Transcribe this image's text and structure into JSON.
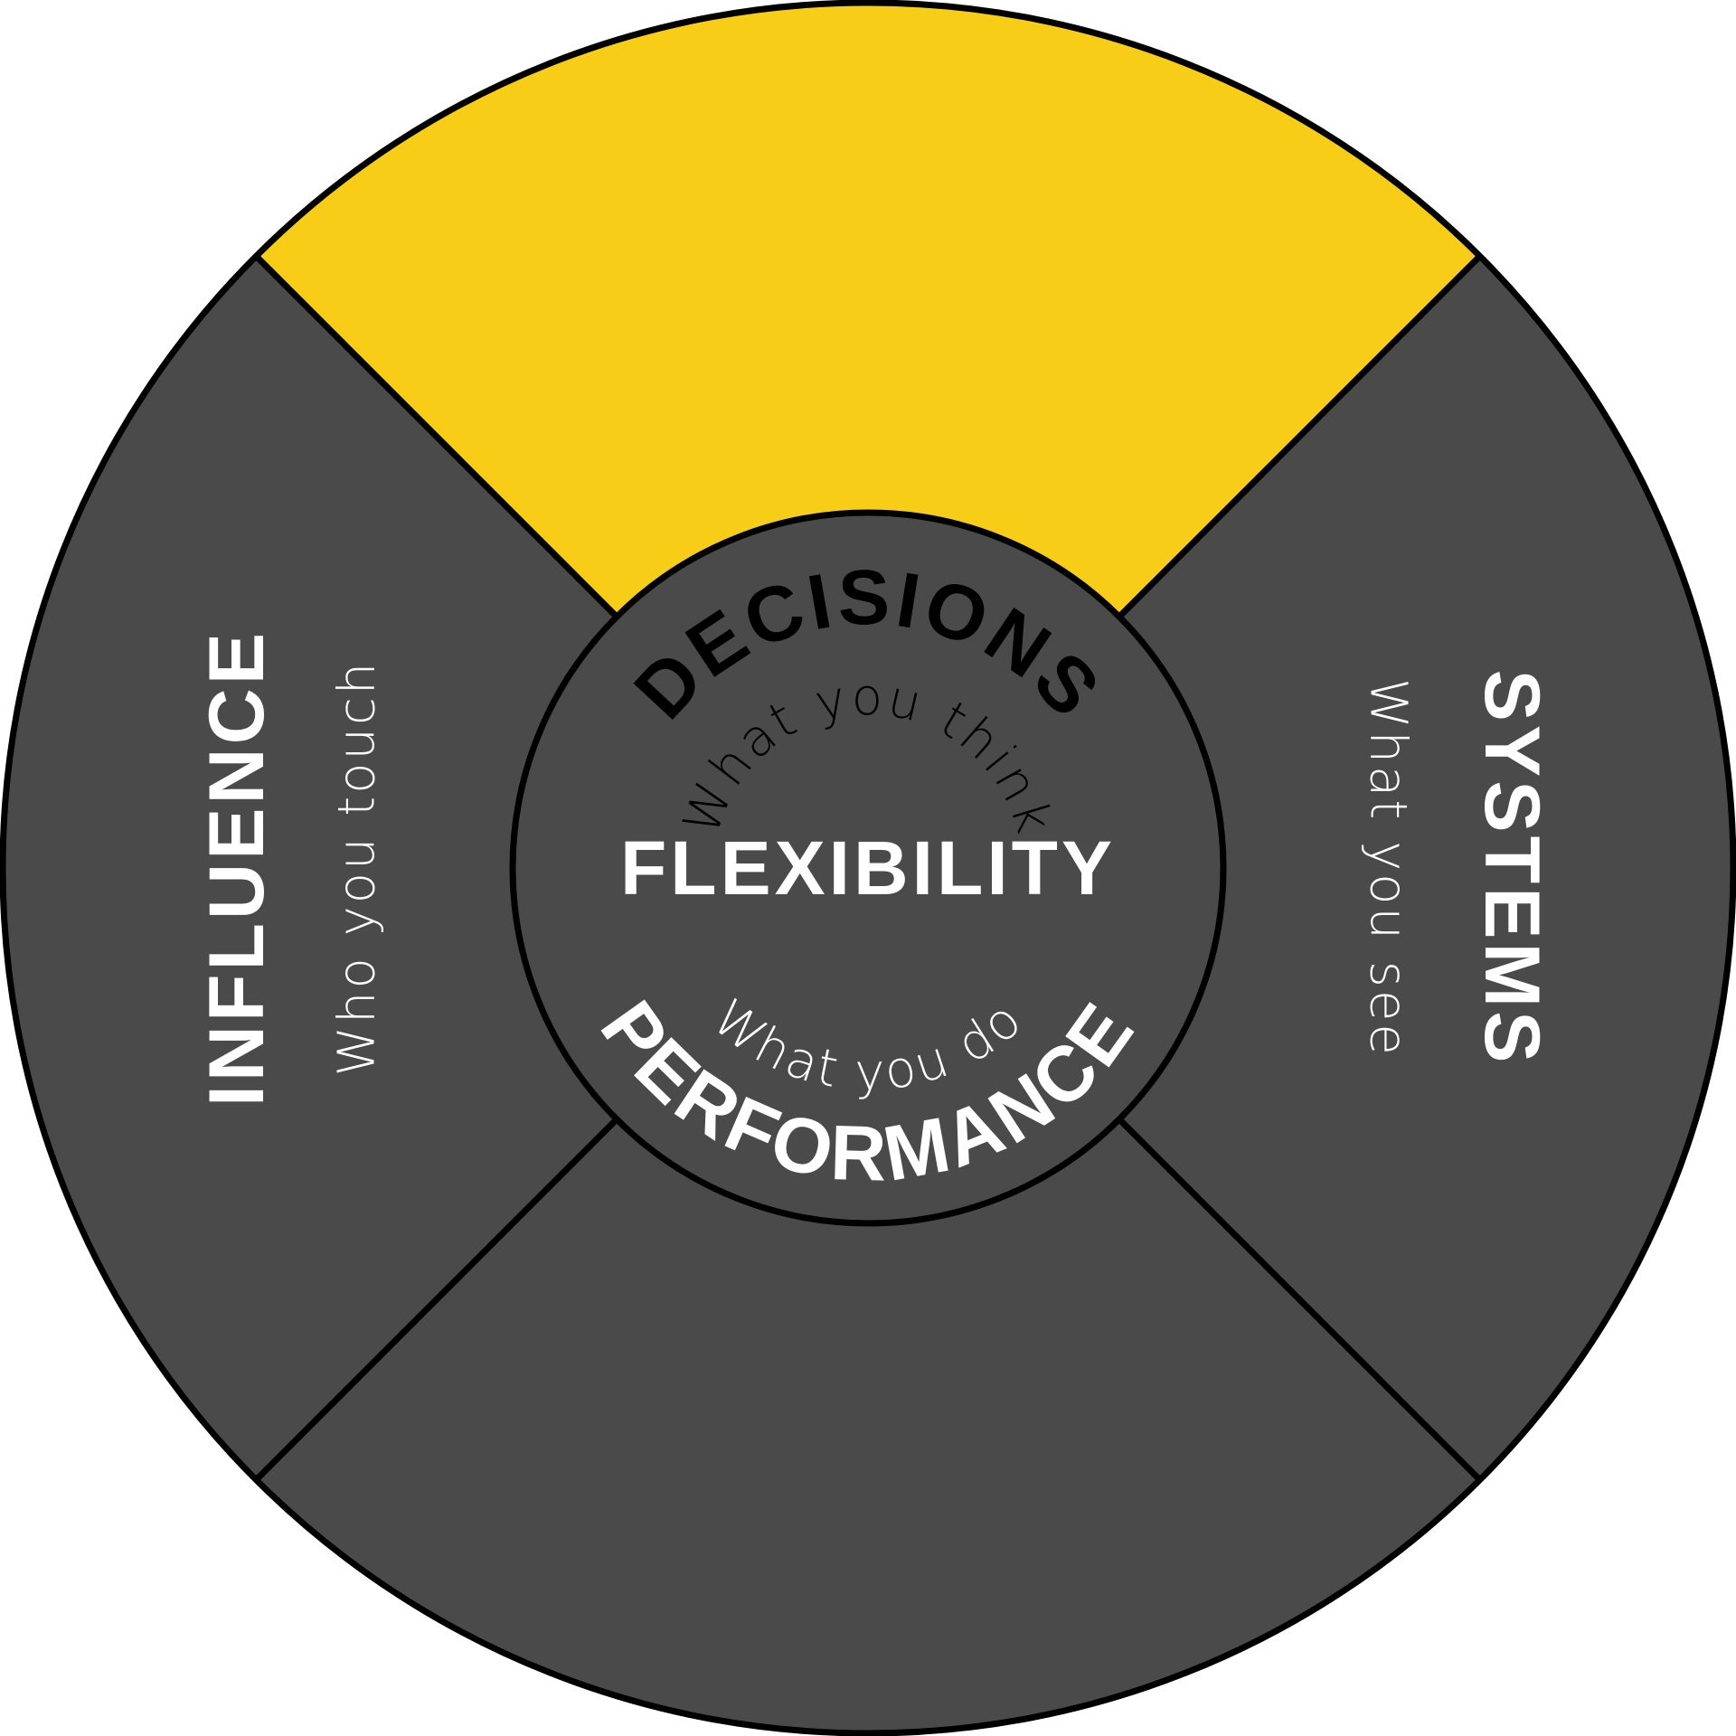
{
  "colors": {
    "dark_segment": "#4a4a4a",
    "highlight_segment": "#f8cd18",
    "outline": "#000000",
    "light_text": "#ffffff",
    "dark_text": "#000000"
  },
  "center": {
    "label": "FLEXIBILITY"
  },
  "segments": [
    {
      "id": "decisions",
      "title": "DECISIONS",
      "subtitle": "What you think",
      "highlighted": true
    },
    {
      "id": "systems",
      "title": "SYSTEMS",
      "subtitle": "What you see",
      "highlighted": false
    },
    {
      "id": "performance",
      "title": "PERFORMANCE",
      "subtitle": "What you do",
      "highlighted": false
    },
    {
      "id": "influence",
      "title": "INFLUENCE",
      "subtitle": "Who you touch",
      "highlighted": false
    }
  ]
}
